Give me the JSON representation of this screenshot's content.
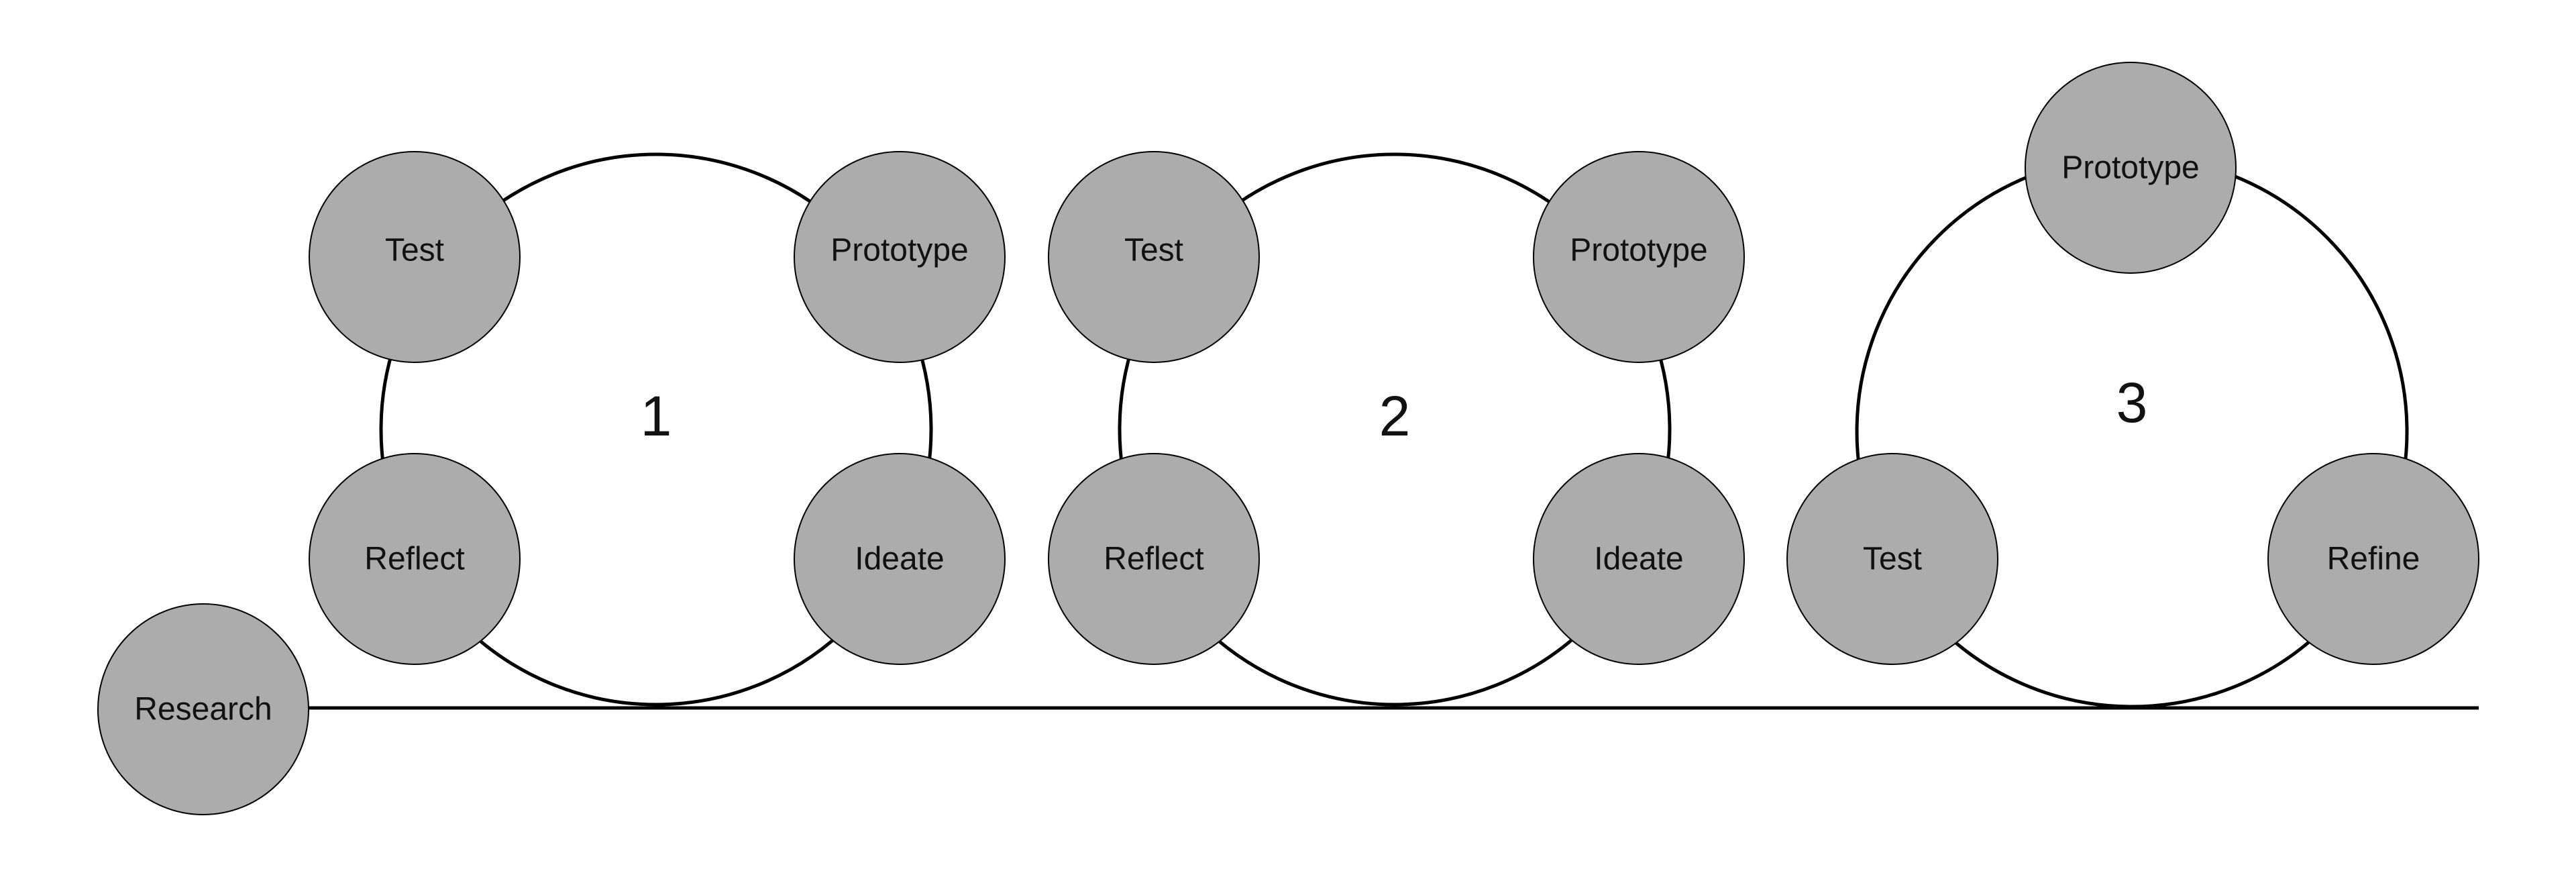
{
  "colors": {
    "background": "#ffffff",
    "node_fill": "#acacac",
    "stroke": "#000000",
    "text": "#111111"
  },
  "start_node": {
    "label": "Research"
  },
  "cycles": [
    {
      "number": "1",
      "nodes": [
        "Test",
        "Prototype",
        "Reflect",
        "Ideate"
      ]
    },
    {
      "number": "2",
      "nodes": [
        "Test",
        "Prototype",
        "Reflect",
        "Ideate"
      ]
    },
    {
      "number": "3",
      "nodes": [
        "Prototype",
        "Test",
        "Refine"
      ]
    }
  ]
}
